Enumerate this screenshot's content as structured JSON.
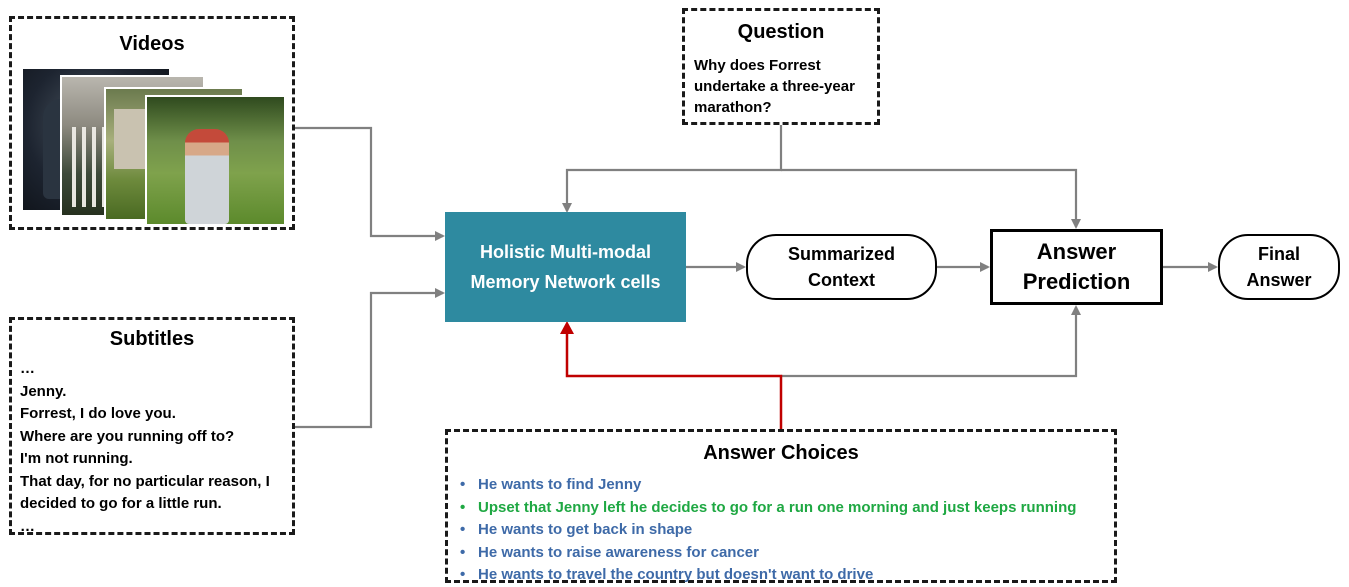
{
  "videos": {
    "title": "Videos"
  },
  "question": {
    "title": "Question",
    "lines": [
      "Why does Forrest",
      "undertake a three-year",
      "marathon?"
    ]
  },
  "subtitles": {
    "title": "Subtitles",
    "lines": [
      "…",
      "Jenny.",
      "Forrest, I do love you.",
      "Where are you running off to?",
      "I'm not running.",
      "That day, for no particular reason, I",
      "decided to go for a little run.",
      "…"
    ]
  },
  "memory_cell": {
    "line1": "Holistic Multi-modal",
    "line2": "Memory Network cells"
  },
  "summarized_context": {
    "line1": "Summarized",
    "line2": "Context"
  },
  "answer_prediction": {
    "line1": "Answer",
    "line2": "Prediction"
  },
  "final_answer": {
    "line1": "Final",
    "line2": "Answer"
  },
  "answer_choices": {
    "title": "Answer Choices",
    "bullet": "•",
    "items": [
      "He wants to find Jenny",
      "Upset that Jenny left he decides to go for a run one morning and just keeps running",
      "He wants to get back in shape",
      "He wants to raise awareness for cancer",
      "He wants to travel the country but doesn't want to drive"
    ],
    "correct_index": 1
  },
  "colors": {
    "teal": "#2e8aa0",
    "arrow_gray": "#808080",
    "arrow_red": "#c00000",
    "choice_blue": "#3e6aa8",
    "choice_green": "#1fa843"
  }
}
